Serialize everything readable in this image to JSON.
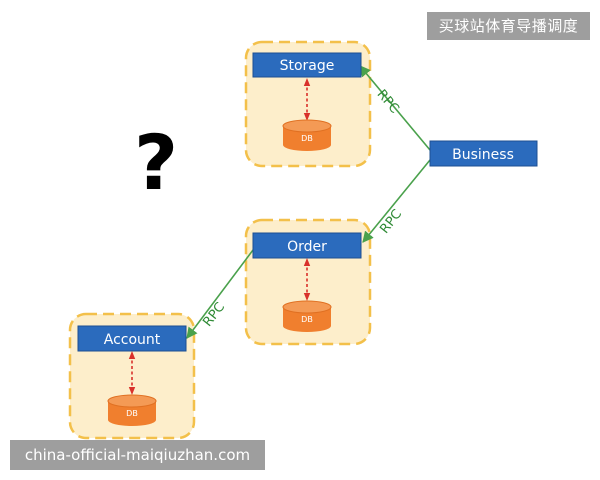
{
  "diagram": {
    "nodes": {
      "storage": {
        "label": "Storage",
        "db_label": "DB"
      },
      "business": {
        "label": "Business"
      },
      "order": {
        "label": "Order",
        "db_label": "DB"
      },
      "account": {
        "label": "Account",
        "db_label": "DB"
      }
    },
    "edges": [
      {
        "from": "business",
        "to": "storage",
        "label": "RPC"
      },
      {
        "from": "business",
        "to": "order",
        "label": "RPC"
      },
      {
        "from": "order",
        "to": "account",
        "label": "RPC"
      }
    ],
    "question_mark": "?"
  },
  "watermark_top": "买球站体育导播调度",
  "watermark_bottom": "china-official-maiqiuzhan.com",
  "colors": {
    "service_fill": "#2b6bbd",
    "container_fill": "#fdeecb",
    "container_border": "#f3c04a",
    "db_fill": "#f07f2e",
    "rpc_line": "#4aa14c",
    "rpc_text": "#2f8a35",
    "db_link": "#d9312b"
  }
}
